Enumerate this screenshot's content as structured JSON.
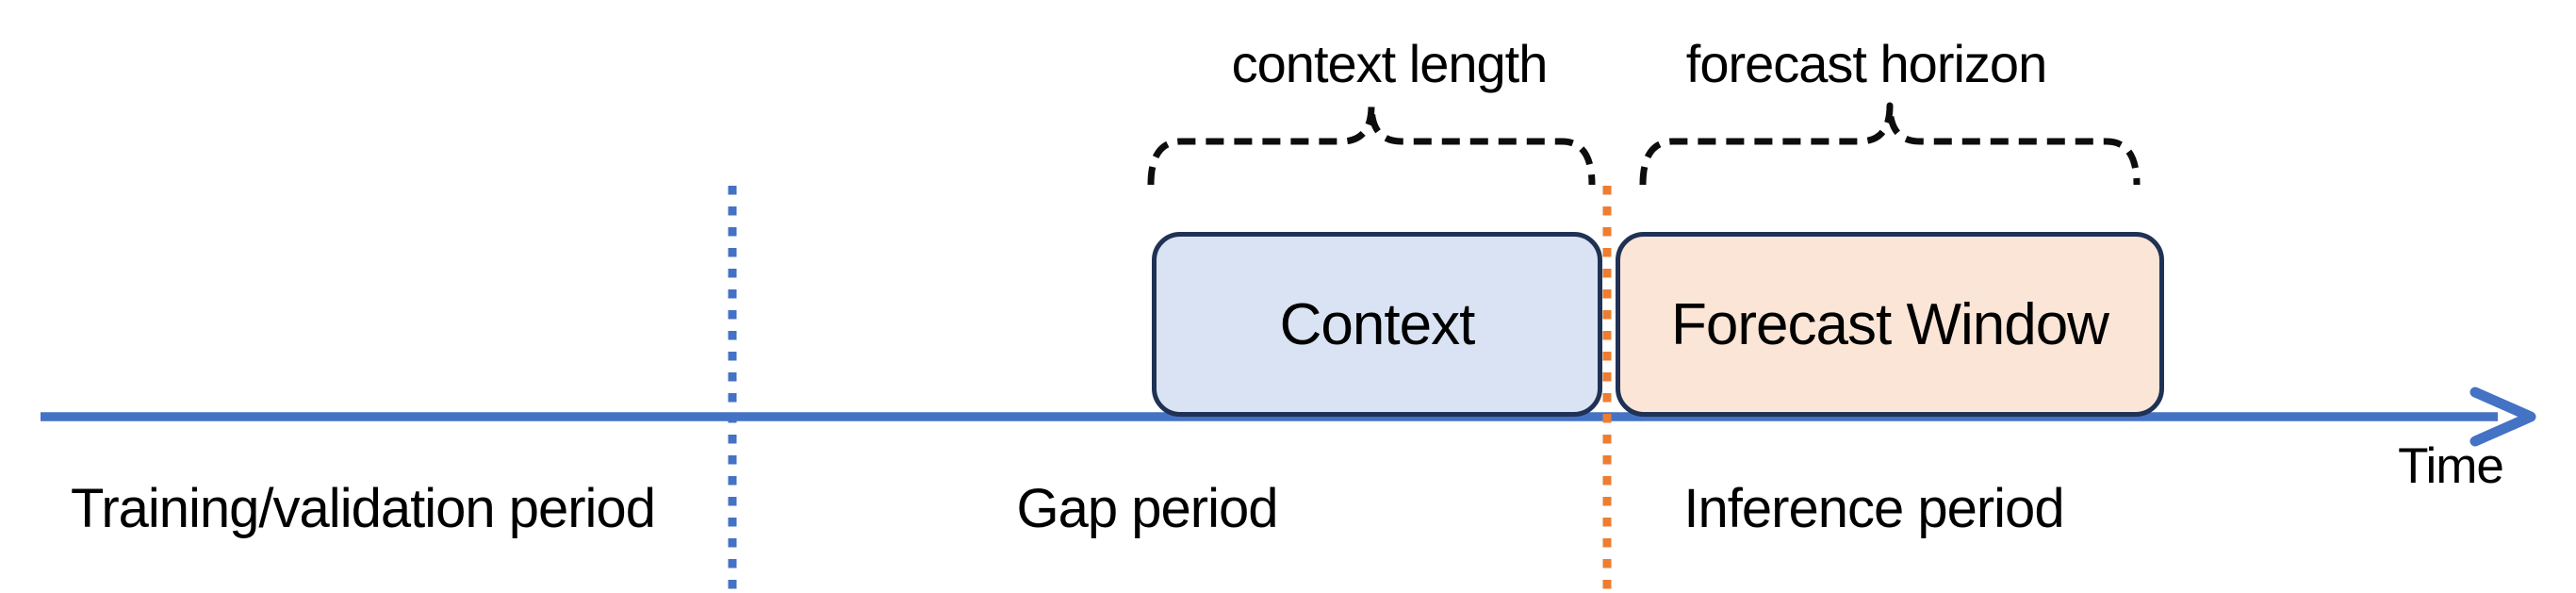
{
  "diagram": {
    "annotations": {
      "context_length": "context length",
      "forecast_horizon": "forecast horizon"
    },
    "boxes": {
      "context": "Context",
      "forecast_window": "Forecast Window"
    },
    "periods": {
      "training": "Training/validation period",
      "gap": "Gap period",
      "inference": "Inference period"
    },
    "axis": {
      "time": "Time"
    },
    "colors": {
      "timeline_blue": "#4472C4",
      "divider_blue": "#4472C4",
      "divider_orange": "#ED7D31",
      "context_box_fill": "#DAE3F3",
      "forecast_box_fill": "#FBE5D6",
      "box_border": "#1F3255",
      "brace_black": "#0D0D0D",
      "text_black": "#000000"
    }
  }
}
